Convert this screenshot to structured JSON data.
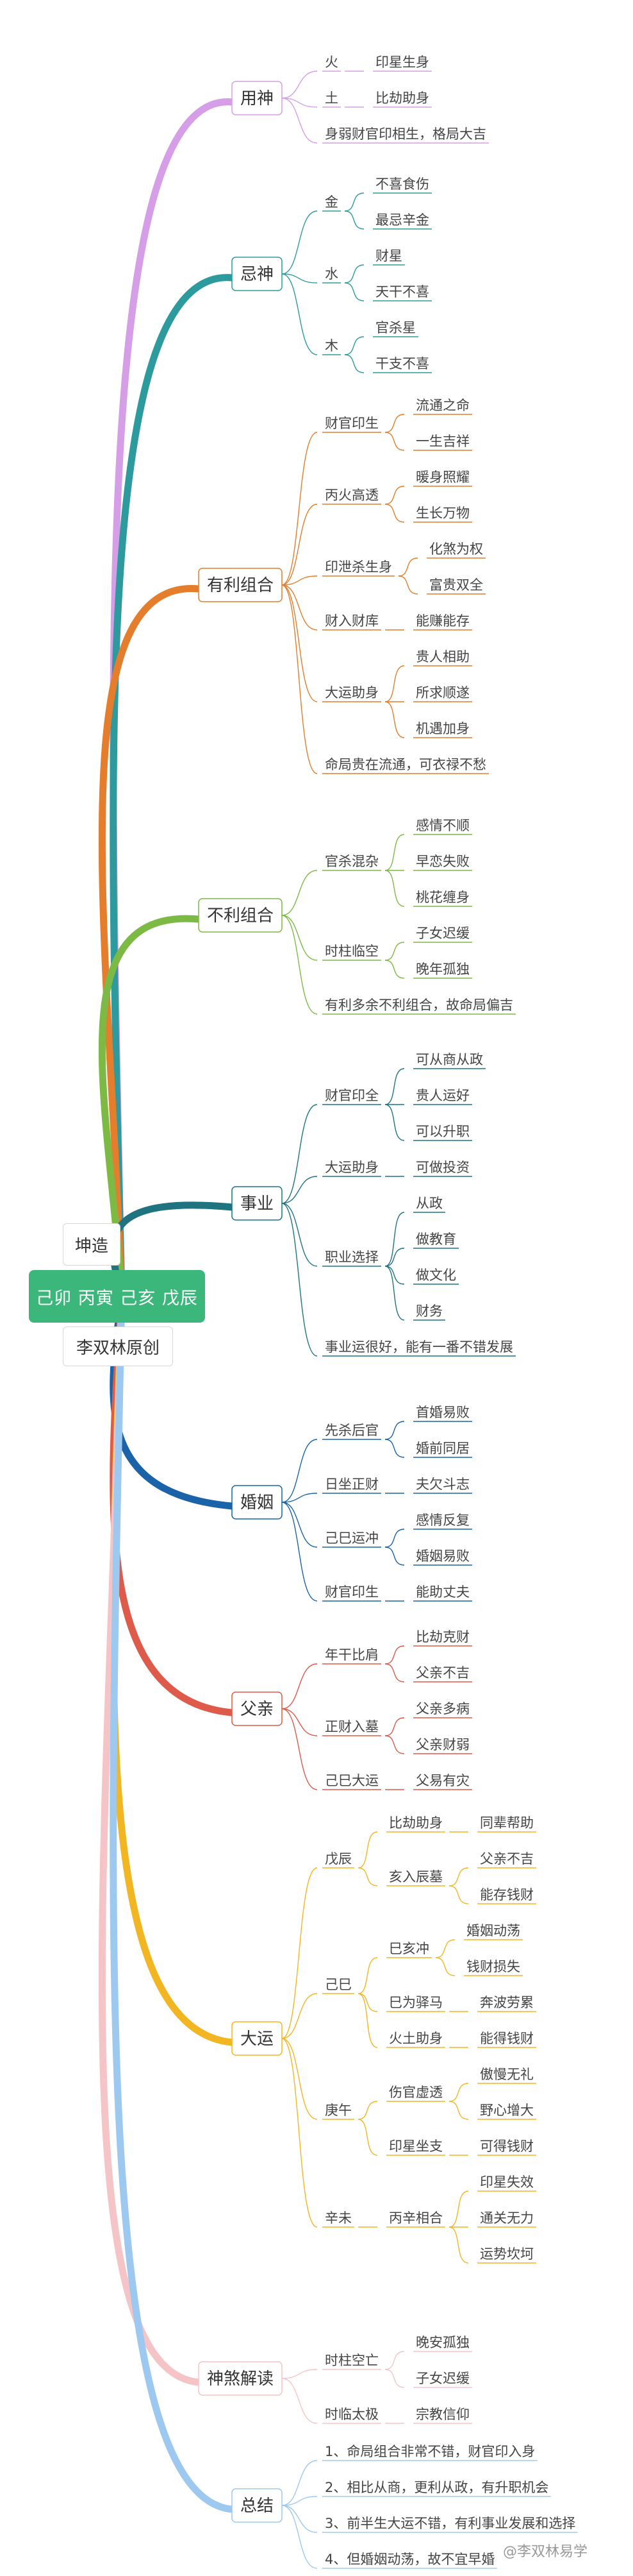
{
  "root": "己卯 丙寅 己亥 戊辰",
  "top_label": "坤造",
  "bottom_label": "李双林原创",
  "watermark": "@李双林易学",
  "branches": [
    {
      "label": "用神",
      "color": "#d59ee6",
      "children": [
        {
          "label": "火",
          "children": [
            {
              "label": "印星生身"
            }
          ]
        },
        {
          "label": "土",
          "children": [
            {
              "label": "比劫助身"
            }
          ]
        },
        {
          "label": "身弱财官印相生，格局大吉"
        }
      ]
    },
    {
      "label": "忌神",
      "color": "#2d9a9e",
      "children": [
        {
          "label": "金",
          "children": [
            {
              "label": "不喜食伤"
            },
            {
              "label": "最忌辛金"
            }
          ]
        },
        {
          "label": "水",
          "children": [
            {
              "label": "财星"
            },
            {
              "label": "天干不喜"
            }
          ]
        },
        {
          "label": "木",
          "children": [
            {
              "label": "官杀星"
            },
            {
              "label": "干支不喜"
            }
          ]
        }
      ]
    },
    {
      "label": "有利组合",
      "color": "#e47d2c",
      "children": [
        {
          "label": "财官印生",
          "children": [
            {
              "label": "流通之命"
            },
            {
              "label": "一生吉祥"
            }
          ]
        },
        {
          "label": "丙火高透",
          "children": [
            {
              "label": "暖身照耀"
            },
            {
              "label": "生长万物"
            }
          ]
        },
        {
          "label": "印泄杀生身",
          "children": [
            {
              "label": "化煞为权"
            },
            {
              "label": "富贵双全"
            }
          ]
        },
        {
          "label": "财入财库",
          "children": [
            {
              "label": "能赚能存"
            }
          ]
        },
        {
          "label": "大运助身",
          "children": [
            {
              "label": "贵人相助"
            },
            {
              "label": "所求顺遂"
            },
            {
              "label": "机遇加身"
            }
          ]
        },
        {
          "label": "命局贵在流通，可衣禄不愁"
        }
      ]
    },
    {
      "label": "不利组合",
      "color": "#7dba45",
      "children": [
        {
          "label": "官杀混杂",
          "children": [
            {
              "label": "感情不顺"
            },
            {
              "label": "早恋失败"
            },
            {
              "label": "桃花缠身"
            }
          ]
        },
        {
          "label": "时柱临空",
          "children": [
            {
              "label": "子女迟缓"
            },
            {
              "label": "晚年孤独"
            }
          ]
        },
        {
          "label": "有利多余不利组合，故命局偏吉"
        }
      ]
    },
    {
      "label": "事业",
      "color": "#1f7480",
      "children": [
        {
          "label": "财官印全",
          "children": [
            {
              "label": "可从商从政"
            },
            {
              "label": "贵人运好"
            },
            {
              "label": "可以升职"
            }
          ]
        },
        {
          "label": "大运助身",
          "children": [
            {
              "label": "可做投资"
            }
          ]
        },
        {
          "label": "职业选择",
          "children": [
            {
              "label": "从政"
            },
            {
              "label": "做教育"
            },
            {
              "label": "做文化"
            },
            {
              "label": "财务"
            }
          ]
        },
        {
          "label": "事业运很好，能有一番不错发展"
        }
      ]
    },
    {
      "label": "婚姻",
      "color": "#1a63a8",
      "children": [
        {
          "label": "先杀后官",
          "children": [
            {
              "label": "首婚易败"
            },
            {
              "label": "婚前同居"
            }
          ]
        },
        {
          "label": "日坐正财",
          "children": [
            {
              "label": "夫欠斗志"
            }
          ]
        },
        {
          "label": "己巳运冲",
          "children": [
            {
              "label": "感情反复"
            },
            {
              "label": "婚姻易败"
            }
          ]
        },
        {
          "label": "财官印生",
          "children": [
            {
              "label": "能助丈夫"
            }
          ]
        }
      ]
    },
    {
      "label": "父亲",
      "color": "#de5a4a",
      "children": [
        {
          "label": "年干比肩",
          "children": [
            {
              "label": "比劫克财"
            },
            {
              "label": "父亲不吉"
            }
          ]
        },
        {
          "label": "正财入墓",
          "children": [
            {
              "label": "父亲多病"
            },
            {
              "label": "父亲财弱"
            }
          ]
        },
        {
          "label": "己巳大运",
          "children": [
            {
              "label": "父易有灾"
            }
          ]
        }
      ]
    },
    {
      "label": "大运",
      "color": "#f3b623",
      "children": [
        {
          "label": "戊辰",
          "children": [
            {
              "label": "比劫助身",
              "children": [
                {
                  "label": "同辈帮助"
                }
              ]
            },
            {
              "label": "亥入辰墓",
              "children": [
                {
                  "label": "父亲不吉"
                },
                {
                  "label": "能存钱财"
                }
              ]
            }
          ]
        },
        {
          "label": "己巳",
          "children": [
            {
              "label": "巳亥冲",
              "children": [
                {
                  "label": "婚姻动荡"
                },
                {
                  "label": "钱财损失"
                }
              ]
            },
            {
              "label": "巳为驿马",
              "children": [
                {
                  "label": "奔波劳累"
                }
              ]
            },
            {
              "label": "火土助身",
              "children": [
                {
                  "label": "能得钱财"
                }
              ]
            }
          ]
        },
        {
          "label": "庚午",
          "children": [
            {
              "label": "伤官虚透",
              "children": [
                {
                  "label": "傲慢无礼"
                },
                {
                  "label": "野心增大"
                }
              ]
            },
            {
              "label": "印星坐支",
              "children": [
                {
                  "label": "可得钱财"
                }
              ]
            }
          ]
        },
        {
          "label": "辛未",
          "children": [
            {
              "label": "丙辛相合",
              "children": [
                {
                  "label": "印星失效"
                },
                {
                  "label": "通关无力"
                },
                {
                  "label": "运势坎坷"
                }
              ]
            }
          ]
        }
      ]
    },
    {
      "label": "神煞解读",
      "color": "#f5c4c6",
      "children": [
        {
          "label": "时柱空亡",
          "children": [
            {
              "label": "晚安孤独"
            },
            {
              "label": "子女迟缓"
            }
          ]
        },
        {
          "label": "时临太极",
          "children": [
            {
              "label": "宗教信仰"
            }
          ]
        }
      ]
    },
    {
      "label": "总结",
      "color": "#9dc8ef",
      "children": [
        {
          "label": "1、命局组合非常不错，财官印入身"
        },
        {
          "label": "2、相比从商，更利从政，有升职机会"
        },
        {
          "label": "3、前半生大运不错，有利事业发展和选择"
        },
        {
          "label": "4、但婚姻动荡，故不宜早婚"
        }
      ]
    }
  ]
}
